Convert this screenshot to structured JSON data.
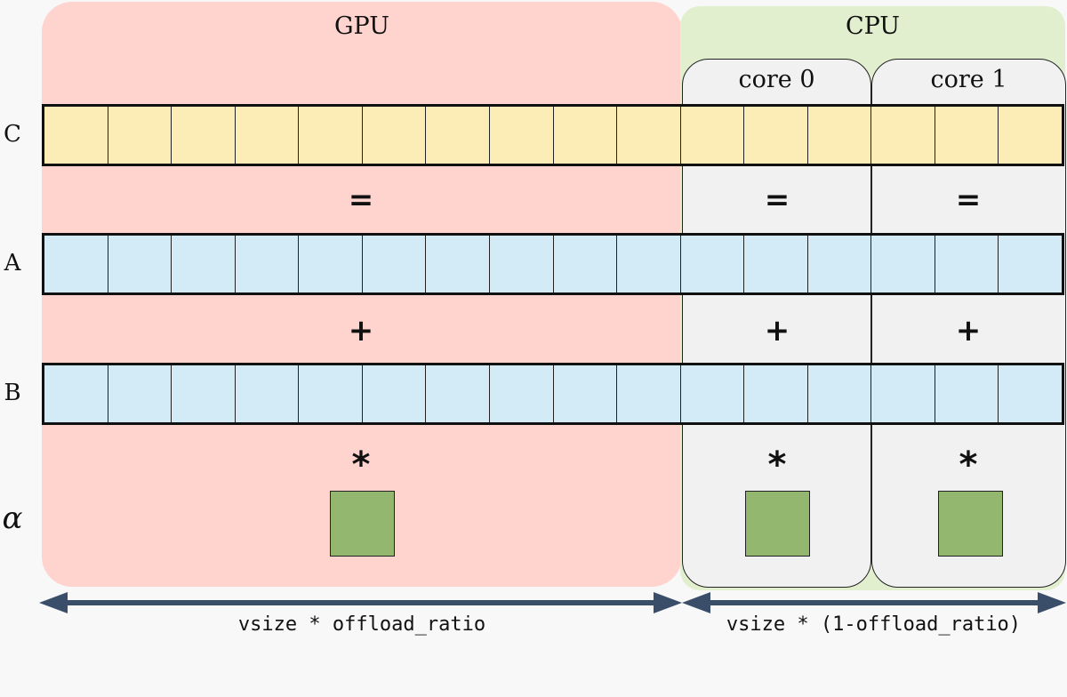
{
  "regions": {
    "gpu": {
      "label": "GPU",
      "color": "#ffd3ce"
    },
    "cpu": {
      "label": "CPU",
      "color": "#e2efcf"
    }
  },
  "cores": [
    {
      "label": "core 0"
    },
    {
      "label": "core 1"
    }
  ],
  "rows": {
    "c": {
      "label": "C",
      "cell_count": 16,
      "color": "#fbedb5"
    },
    "a": {
      "label": "A",
      "cell_count": 16,
      "color": "#d2ebf6"
    },
    "b": {
      "label": "B",
      "cell_count": 16,
      "color": "#d2ebf6"
    },
    "alpha": {
      "label": "α",
      "color": "#93b76e"
    }
  },
  "operators": {
    "equals": "=",
    "plus": "+",
    "times": "*"
  },
  "sizes": {
    "gpu": "vsize * offload_ratio",
    "cpu": "vsize * (1-offload_ratio)"
  }
}
